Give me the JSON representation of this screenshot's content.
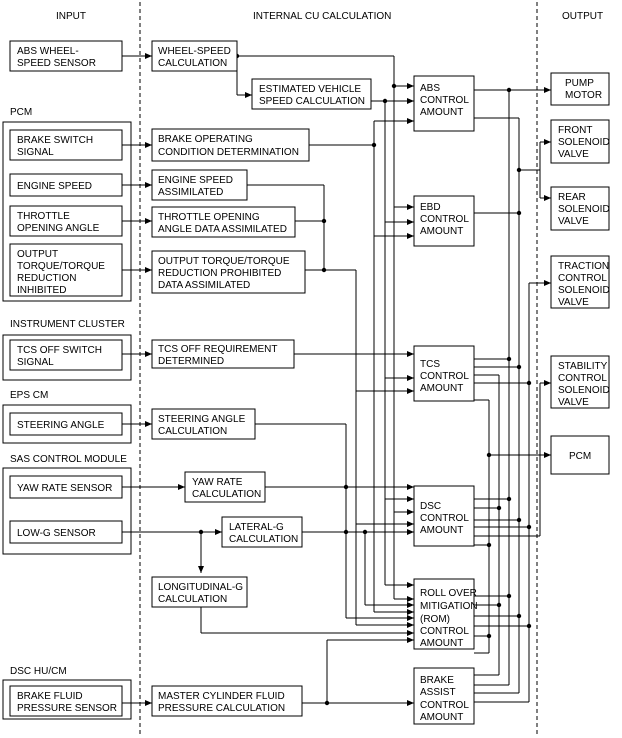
{
  "headers": {
    "input": "INPUT",
    "internal": "INTERNAL CU CALCULATION",
    "output": "OUTPUT"
  },
  "groups": {
    "pcm": "PCM",
    "instrument_cluster": "INSTRUMENT CLUSTER",
    "eps_cm": "EPS CM",
    "sas": "SAS CONTROL MODULE",
    "dsc_hu": "DSC HU/CM"
  },
  "inputs": {
    "abs_sensor": [
      "ABS WHEEL-",
      "SPEED SENSOR"
    ],
    "brake_switch": [
      "BRAKE SWITCH",
      "SIGNAL"
    ],
    "engine_speed": [
      "ENGINE SPEED"
    ],
    "throttle": [
      "THROTTLE",
      "OPENING ANGLE"
    ],
    "torque": [
      "OUTPUT",
      "TORQUE/TORQUE",
      "REDUCTION",
      "INHIBITED"
    ],
    "tcs_off": [
      "TCS OFF SWITCH",
      "SIGNAL"
    ],
    "steering": [
      "STEERING ANGLE"
    ],
    "yaw_sensor": [
      "YAW RATE SENSOR"
    ],
    "lowg": [
      "LOW-G SENSOR"
    ],
    "brake_fluid": [
      "BRAKE FLUID",
      "PRESSURE SENSOR"
    ]
  },
  "calcs": {
    "wheel_speed": [
      "WHEEL-SPEED",
      "CALCULATION"
    ],
    "est_vehicle": [
      "ESTIMATED VEHICLE",
      "SPEED CALCULATION"
    ],
    "brake_op": [
      "BRAKE OPERATING",
      "CONDITION DETERMINATION"
    ],
    "engine_assim": [
      "ENGINE SPEED",
      "ASSIMILATED"
    ],
    "throttle_assim": [
      "THROTTLE OPENING",
      "ANGLE DATA ASSIMILATED"
    ],
    "torque_assim": [
      "OUTPUT TORQUE/TORQUE",
      "REDUCTION PROHIBITED",
      "DATA ASSIMILATED"
    ],
    "tcs_req": [
      "TCS OFF REQUIREMENT",
      "DETERMINED"
    ],
    "steer_calc": [
      "STEERING ANGLE",
      "CALCULATION"
    ],
    "yaw_calc": [
      "YAW RATE",
      "CALCULATION"
    ],
    "latg": [
      "LATERAL-G",
      "CALCULATION"
    ],
    "longg": [
      "LONGITUDINAL-G",
      "CALCULATION"
    ],
    "master_cyl": [
      "MASTER CYLINDER FLUID",
      "PRESSURE CALCULATION"
    ]
  },
  "controls": {
    "abs": [
      "ABS",
      "CONTROL",
      "AMOUNT"
    ],
    "ebd": [
      "EBD",
      "CONTROL",
      "AMOUNT"
    ],
    "tcs": [
      "TCS",
      "CONTROL",
      "AMOUNT"
    ],
    "dsc": [
      "DSC",
      "CONTROL",
      "AMOUNT"
    ],
    "rom": [
      "ROLL OVER",
      "MITIGATION",
      "(ROM)",
      "CONTROL",
      "AMOUNT"
    ],
    "brake_assist": [
      "BRAKE",
      "ASSIST",
      "CONTROL",
      "AMOUNT"
    ]
  },
  "outputs": {
    "pump": [
      "PUMP",
      "MOTOR"
    ],
    "front": [
      "FRONT",
      "SOLENOID",
      "VALVE"
    ],
    "rear": [
      "REAR",
      "SOLENOID",
      "VALVE"
    ],
    "traction": [
      "TRACTION",
      "CONTROL",
      "SOLENOID",
      "VALVE"
    ],
    "stability": [
      "STABILITY",
      "CONTROL",
      "SOLENOID",
      "VALVE"
    ],
    "pcm": [
      "PCM"
    ]
  }
}
